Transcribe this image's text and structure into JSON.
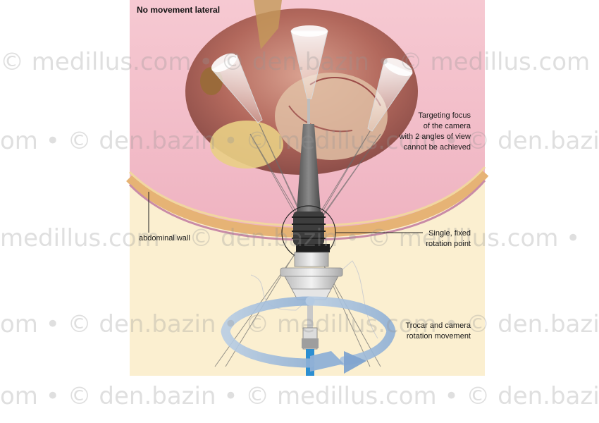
{
  "diagram": {
    "title": "No movement lateral",
    "labels": {
      "abdominal_wall": "abdominal wall",
      "targeting_1": "Targeting focus",
      "targeting_2": "of the camera",
      "targeting_3": "with 2 angles of view",
      "targeting_4": "cannot be achieved",
      "pivot_1": "Single, fixed",
      "pivot_2": "rotation point",
      "rotation_1": "Trocar and camera",
      "rotation_2": "rotation movement"
    }
  },
  "watermark": {
    "line_1": "© medillus.com • © den.bazin • © medillus.com",
    "line_2": "om • © den.bazin • © medillus.com • © den.bazin",
    "line_3": "medillus.com • © den.bazin • © medillus.com •",
    "line_4": "om • © den.bazin • © medillus.com • © den.bazi",
    "line_5": "om • © den.bazin • © medillus.com • © den.bazi"
  },
  "colors": {
    "skin_pink": "#f6c6cf",
    "cavity_pink": "#f3b5c0",
    "fat_cream": "#fbeecd",
    "abdominal_layer": "#e7b87a",
    "scope_gray": "#6e6e6e",
    "rotation_arrow": "#a9c2de",
    "cable_blue": "#2d8fd1"
  }
}
